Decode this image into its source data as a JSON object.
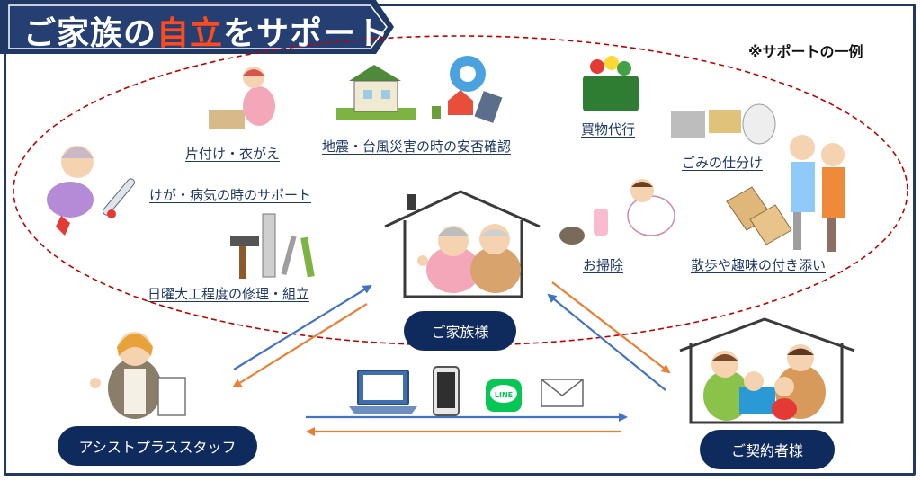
{
  "title": {
    "pre": "ご家族の",
    "highlight": "自立",
    "post": "をサポート"
  },
  "note": "※サポートの一例",
  "services": {
    "tidy": "片付け・衣がえ",
    "disaster": "地震・台風災害の時の安否確認",
    "shopping": "買物代行",
    "garbage": "ごみの仕分け",
    "illness": "けが・病気の時のサポート",
    "cleaning": "お掃除",
    "walk": "散歩や趣味の付き添い",
    "repair": "日曜大工程度の修理・組立"
  },
  "nodes": {
    "family": "ご家族様",
    "staff": "アシストプラススタッフ",
    "contractor": "ご契約者様"
  },
  "comm": {
    "line_label": "LINE"
  },
  "colors": {
    "navy": "#0f2a5c",
    "accent": "#ff4a1c",
    "blue_arrow": "#4472c4",
    "orange_arrow": "#ed7d31",
    "dashed": "#c00000",
    "line_green": "#06c755"
  }
}
